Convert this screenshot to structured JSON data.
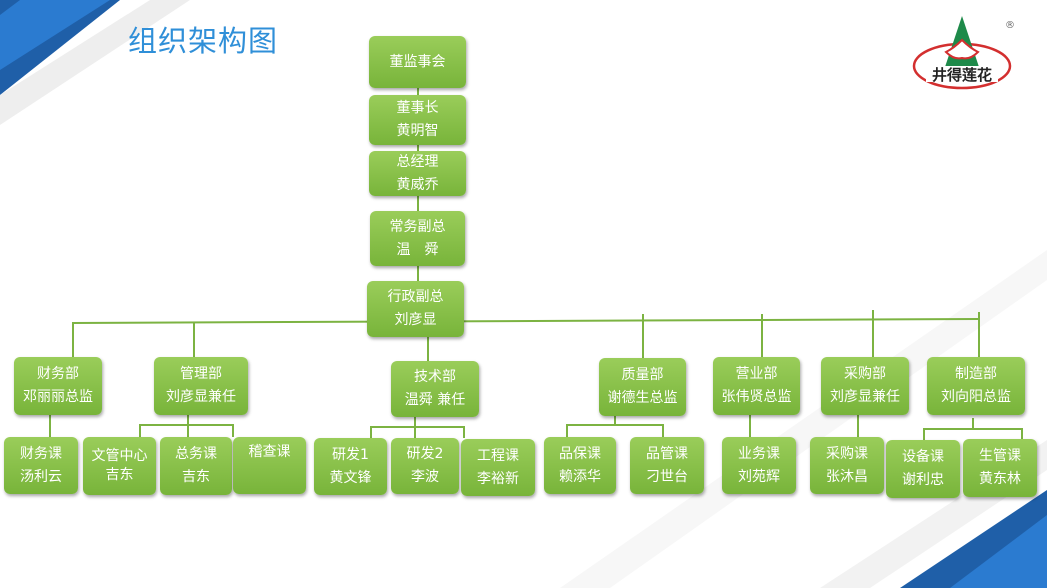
{
  "title": "组织架构图",
  "logo": {
    "text": "井得莲花",
    "mark": "®"
  },
  "chain": [
    {
      "line1": "董监事会"
    },
    {
      "line1": "董事长",
      "line2": "黄明智"
    },
    {
      "line1": "总经理",
      "line2": "黄威乔"
    },
    {
      "line1": "常务副总",
      "line2": "温　舜"
    },
    {
      "line1": "行政副总",
      "line2": "刘彦显"
    }
  ],
  "departments": [
    {
      "line1": "财务部",
      "line2": "邓丽丽总监"
    },
    {
      "line1": "管理部",
      "line2": "刘彦显兼任"
    },
    {
      "line1": "技术部",
      "line2": "温舜 兼任"
    },
    {
      "line1": "质量部",
      "line2": "谢德生总监"
    },
    {
      "line1": "营业部",
      "line2": "张伟贤总监"
    },
    {
      "line1": "采购部",
      "line2": "刘彦显兼任"
    },
    {
      "line1": "制造部",
      "line2": "刘向阳总监"
    }
  ],
  "sections": [
    {
      "line1": "财务课",
      "line2": "汤利云"
    },
    {
      "line1": "文管中心",
      "line2": "吉东"
    },
    {
      "line1": "总务课",
      "line2": "吉东"
    },
    {
      "line1": "稽查课"
    },
    {
      "line1": "研发1",
      "line2": "黄文锋"
    },
    {
      "line1": "研发2",
      "line2": "李波"
    },
    {
      "line1": "工程课",
      "line2": "李裕新"
    },
    {
      "line1": "品保课",
      "line2": "赖添华"
    },
    {
      "line1": "品管课",
      "line2": "刁世台"
    },
    {
      "line1": "业务课",
      "line2": "刘苑辉"
    },
    {
      "line1": "采购课",
      "line2": "张沐昌"
    },
    {
      "line1": "设备课",
      "line2": "谢利忠"
    },
    {
      "line1": "生管课",
      "line2": "黄东林"
    }
  ],
  "colors": {
    "box": "#8cc152",
    "line": "#7cb342",
    "title": "#2f8fd8",
    "accent": "#1565c0"
  }
}
